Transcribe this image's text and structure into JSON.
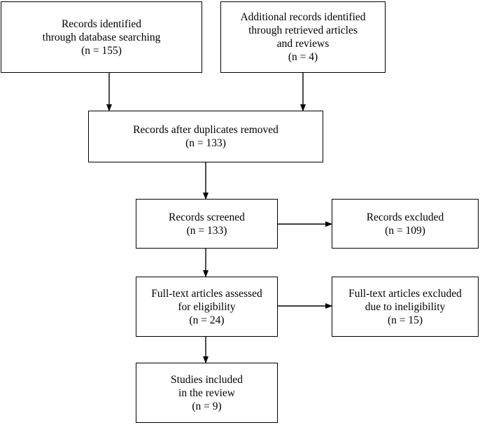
{
  "boxes": {
    "identified": {
      "lines": [
        "Records identified",
        "through database searching",
        "(n = 155)"
      ]
    },
    "additional": {
      "lines": [
        "Additional records identified",
        "through retrieved articles",
        "and reviews",
        "(n = 4)"
      ]
    },
    "duplicates_removed": {
      "lines": [
        "Records after duplicates removed",
        "(n = 133)"
      ]
    },
    "screened": {
      "lines": [
        "Records screened",
        "(n = 133)"
      ]
    },
    "excluded": {
      "lines": [
        "Records excluded",
        "(n = 109)"
      ]
    },
    "fulltext_assessed": {
      "lines": [
        "Full-text articles assessed",
        "for eligibility",
        "(n = 24)"
      ]
    },
    "fulltext_excluded": {
      "lines": [
        "Full-text articles excluded",
        "due to ineligibility",
        "(n = 15)"
      ]
    },
    "included": {
      "lines": [
        "Studies included",
        "in the review",
        "(n = 9)"
      ]
    }
  },
  "colors": {
    "stroke": "#000000",
    "background": "#ffffff",
    "text": "#000000"
  }
}
